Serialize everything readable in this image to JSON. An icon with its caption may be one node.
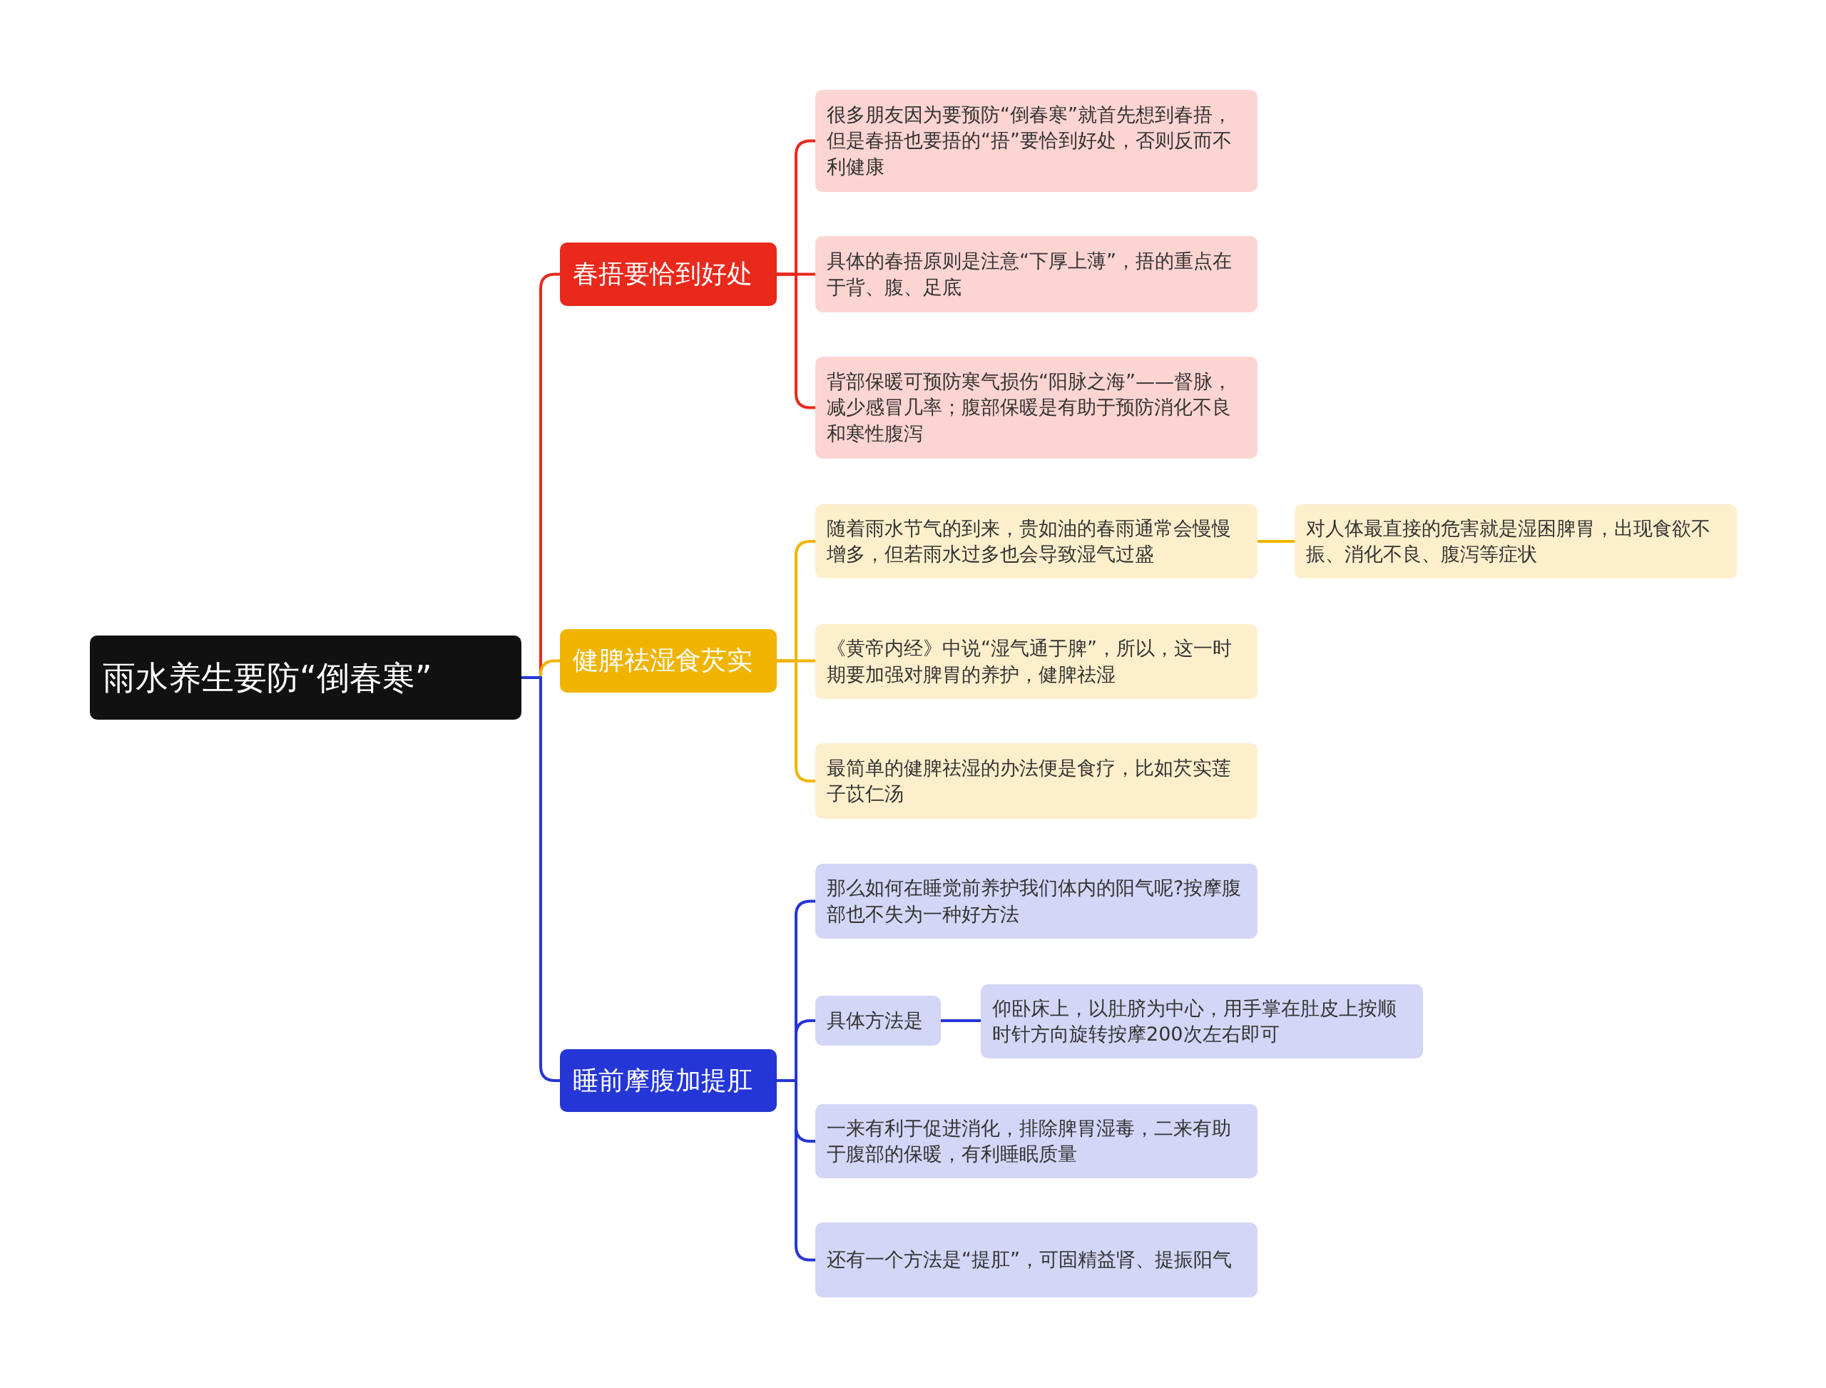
{
  "diagram": {
    "nodes": [
      {
        "text": [
          "雨水养生要防“倒春寒”"
        ]
      },
      {
        "text": [
          "春捂要恰到好处"
        ]
      },
      {
        "text": [
          "很多朋友因为要预防“倒春寒”就首先想到春捂，但是春捂也要捂的“捂”要恰到好处，否则反而不利健康"
        ]
      },
      {
        "text": [
          "具体的春捂原则是注意“下厚上薄”，捂的重点在于背、腹、足底"
        ]
      },
      {
        "text": [
          "背部保暖可预防寒气损伤“阳脉之海”——督脉，减少感冒几率；腹部保暖是有助于预防消化不良和寒性腹泻"
        ]
      },
      {
        "text": [
          "健脾祛湿食芡实"
        ]
      },
      {
        "text": [
          "随着雨水节气的到来，贵如油的春雨通常会慢慢增多，但若雨水过多也会导致湿气过盛"
        ]
      },
      {
        "text": [
          "对人体最直接的危害就是湿困脾胃，出现食欲不振、消化不良、腹泻等症状"
        ]
      },
      {
        "text": [
          "《黄帝内经》中说“湿气通于脾”，所以，这一时期要加强对脾胃的养护，健脾祛湿"
        ]
      },
      {
        "text": [
          "最简单的健脾祛湿的办法便是食疗，比如芡实莲子苡仁汤"
        ]
      },
      {
        "text": [
          "睡前摩腹加提肛"
        ]
      },
      {
        "text": [
          "那么如何在睡觉前养护我们体内的阳气呢?按摩腹部也不失为一种好方法"
        ]
      },
      {
        "text": [
          "具体方法是"
        ]
      },
      {
        "text": [
          "仰卧床上，以肚脐为中心，用手掌在肚皮上按顺时针方向旋转按摩200次左右即可"
        ]
      },
      {
        "text": [
          "一来有利于促进消化，排除脾胃湿毒，二来有助于腹部的保暖，有利睡眠质量"
        ]
      },
      {
        "text": [
          "还有一个方法是“提肛”，可固精益肾、提振阳气"
        ]
      }
    ],
    "edges": [
      {
        "from": 0,
        "to": 1,
        "arrow": "none",
        "color": "#e8291c"
      },
      {
        "from": 1,
        "to": 2,
        "arrow": "none",
        "color": "#e8291c"
      },
      {
        "from": 1,
        "to": 3,
        "arrow": "none",
        "color": "#e8291c"
      },
      {
        "from": 1,
        "to": 4,
        "arrow": "none",
        "color": "#e8291c"
      },
      {
        "from": 0,
        "to": 5,
        "arrow": "none",
        "color": "#f0b400"
      },
      {
        "from": 5,
        "to": 6,
        "arrow": "none",
        "color": "#f0b400"
      },
      {
        "from": 6,
        "to": 7,
        "arrow": "none",
        "color": "#f0b400"
      },
      {
        "from": 5,
        "to": 8,
        "arrow": "none",
        "color": "#f0b400"
      },
      {
        "from": 5,
        "to": 9,
        "arrow": "none",
        "color": "#f0b400"
      },
      {
        "from": 0,
        "to": 10,
        "arrow": "none"
      },
      {
        "from": 10,
        "to": 11,
        "arrow": "none"
      },
      {
        "from": 10,
        "to": 12,
        "arrow": "none"
      },
      {
        "from": 12,
        "to": 13,
        "arrow": "none"
      },
      {
        "from": 10,
        "to": 14,
        "arrow": "none"
      },
      {
        "from": 10,
        "to": 15,
        "arrow": "none"
      }
    ]
  }
}
